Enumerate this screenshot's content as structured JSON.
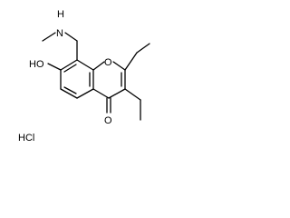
{
  "molecule": {
    "labels": {
      "nh": "H",
      "n": "N",
      "ho": "HO",
      "ring_o": "O",
      "carbonyl_o": "O",
      "hcl": "HCl"
    },
    "colors": {
      "bond": "#000000",
      "nitrogen": "#3333cc",
      "oxygen": "#cc2222",
      "text": "#000000"
    }
  }
}
